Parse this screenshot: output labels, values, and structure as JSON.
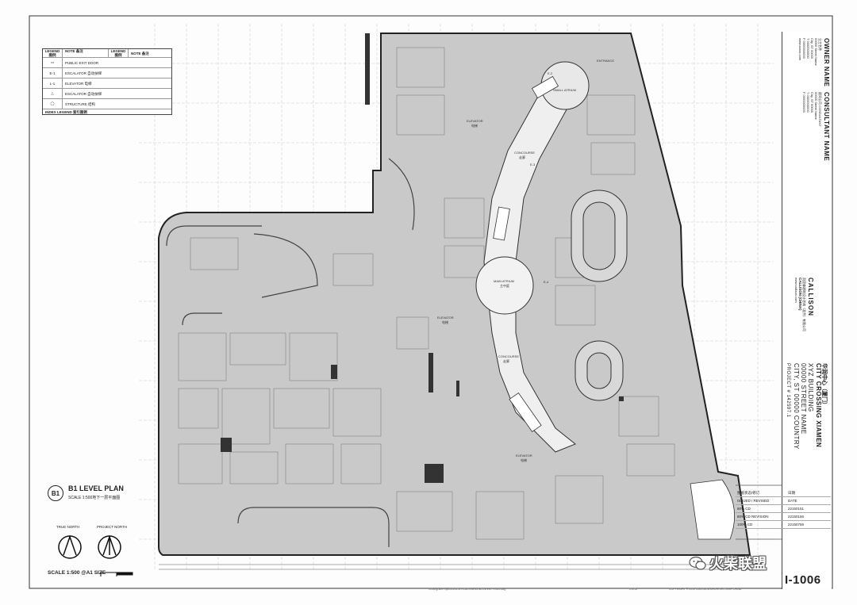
{
  "legend": {
    "header": [
      "LEGEND 图例",
      "NOTE 备注",
      "LEGEND 图例",
      "NOTE 备注"
    ],
    "rows": [
      {
        "symbol": "",
        "text": "PUBLIC EXIT DOOR"
      },
      {
        "symbol": "E-1",
        "text": "ESCALATOR 自动扶梯"
      },
      {
        "symbol": "L-1",
        "text": "ELEVATOR 电梯"
      },
      {
        "symbol": "",
        "text": "ESCALATOR 自动扶梯"
      },
      {
        "symbol": "",
        "text": "STRUCTURE 结构"
      }
    ],
    "footer": "INDEX LEGEND 索引图例"
  },
  "title_block": {
    "owner_heading": "OWNER NAME",
    "owner_lines": [
      "业主名称",
      "00000 Street Name",
      "City, ST 00000",
      "T 0000000000",
      "F 0000000000",
      "www.xxxxx.com"
    ],
    "consultant_heading": "CONSULTANT NAME",
    "consultant_lines": [
      "顾问公司 CONSULTANT",
      "00000 Street Name",
      "City, ST 00000",
      "T 0000000000",
      "F 0000000000"
    ],
    "firm": "CALLISON",
    "firm_lines": [
      "凯里森建筑设计咨询（北京）有限公司",
      "CALLISON (CHINA)",
      "www.callison.com"
    ],
    "project_cn": "华润中心（厦门）",
    "project_name": "CITY CROSSING XIAMEN",
    "building": "XYZ BUILDING",
    "street": "00000 STREET NAME",
    "city": "CITY, ST 00000 COUNTRY",
    "project_number": "PROJECT # 142597.1"
  },
  "revisions": {
    "header": [
      "图纸状态/修订",
      "日期"
    ],
    "header_en": [
      "ISSUED / REVISED",
      "DATE"
    ],
    "rows": [
      [
        "80% CD",
        "22150151"
      ],
      [
        "80% CD REVISION",
        "22150156"
      ],
      [
        "100% CD",
        "22150756"
      ]
    ]
  },
  "plan": {
    "badge": "B1",
    "title": "B1 LEVEL PLAN",
    "scale_note": "SCALE 1:500地下一层平面图",
    "labels": {
      "entrance": "ENTRANCE",
      "small_atrium": "SMALL ATRIUM",
      "concourse_1": "CONCOURSE",
      "concourse_1_cn": "走廊",
      "concourse_2": "CONCOURSE",
      "concourse_2_cn": "走廊",
      "main_atrium": "MAIN ATRIUM",
      "main_atrium_cn": "主中庭",
      "elevator_1": "ELEVATOR",
      "elevator_1_cn": "电梯",
      "elevator_2": "ELEVATOR",
      "elevator_2_cn": "电梯",
      "elevator_3": "ELEVATOR",
      "elevator_3_cn": "电梯",
      "e2": "E-2",
      "e3": "E-3",
      "e4": "E-4"
    }
  },
  "north": {
    "true_north": "TRUE NORTH",
    "project_north": "PROJECT NORTH"
  },
  "scale_bar": "SCALE 1:500  @A1 SIZE",
  "sheet_number": "I-1006",
  "footer": {
    "path": "\\\\shanghai\\Projects\\142597\\CAD\\Interior\\B1-LEVEL PLAN.dwg",
    "date": "2-3-13",
    "copyright": "COPYRIGHT © 2010 CALLISON ARCHITECTURE CHINA"
  },
  "watermark": "火柴联盟",
  "colors": {
    "plan_fill": "#c9c9c9",
    "concourse_fill": "#efefef",
    "linework": "#555555",
    "dark": "#222222"
  }
}
